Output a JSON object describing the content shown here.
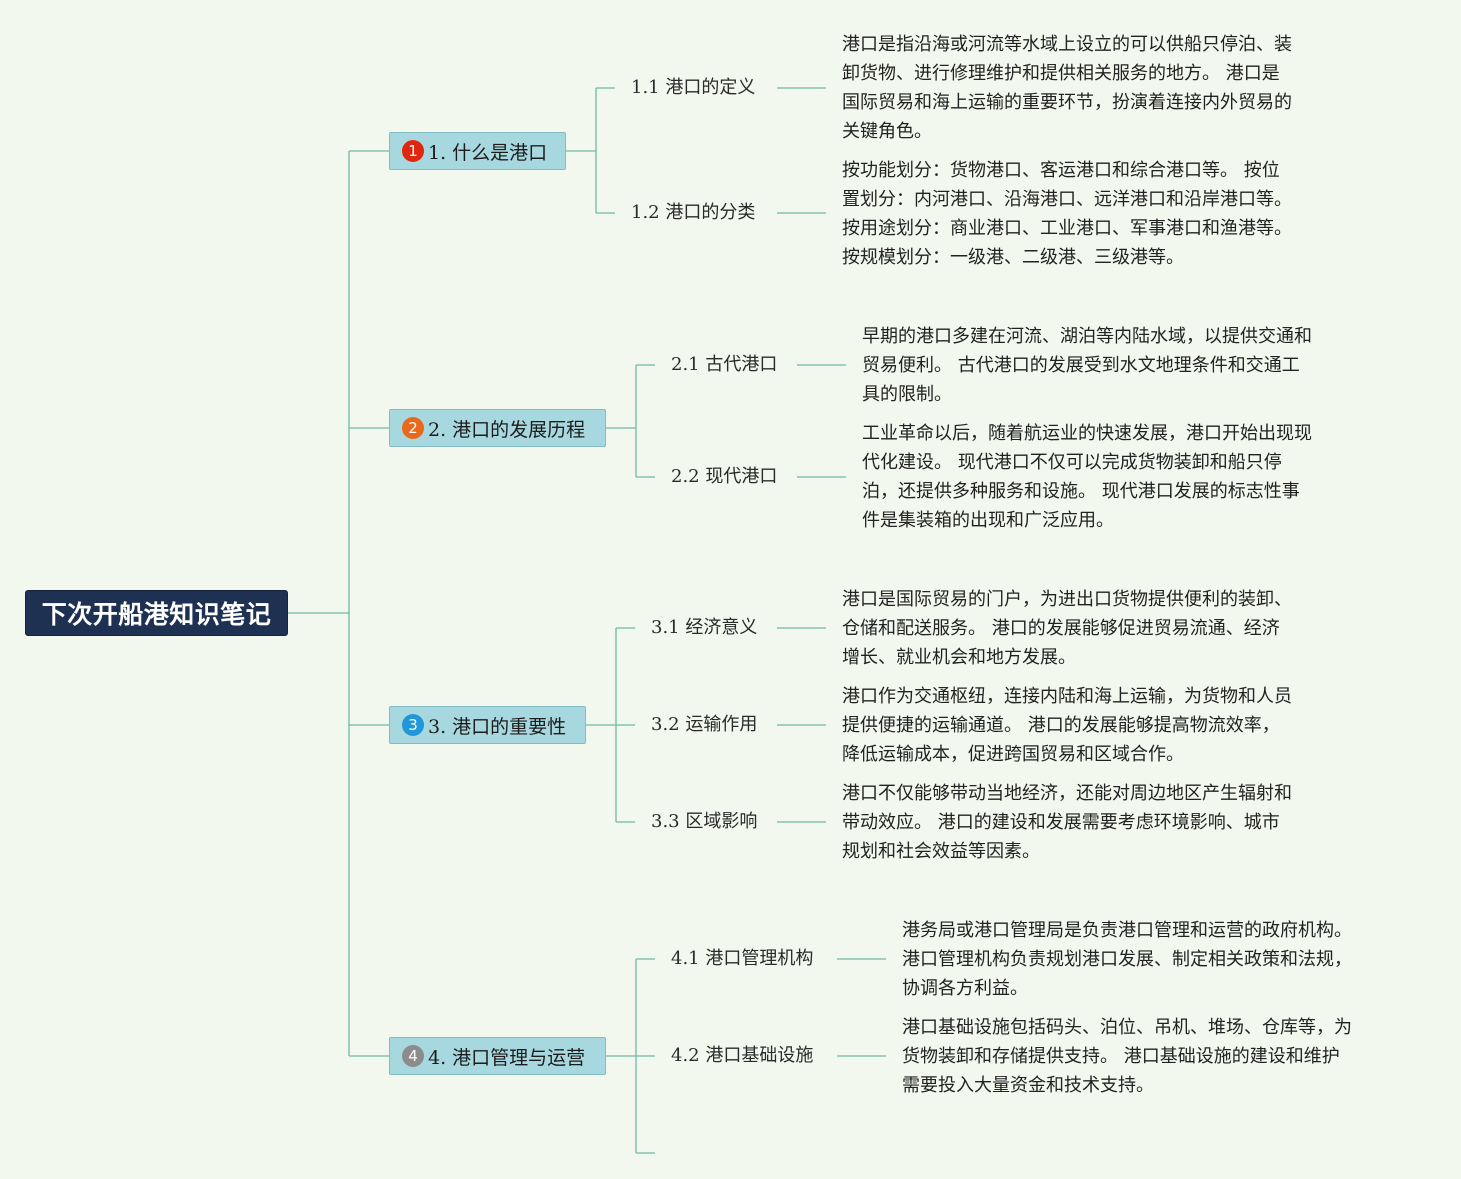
{
  "root": {
    "title": "下次开船港知识笔记"
  },
  "colors": {
    "background": "#f3f8ee",
    "root_fill": "#1f3152",
    "section_fill": "#a8d8df",
    "line": "#6fb8a3"
  },
  "sections": [
    {
      "number": "1",
      "badge_color": "#e0260f",
      "label": "1. 什么是港口",
      "children": [
        {
          "label": "1.1 港口的定义",
          "note": [
            "港口是指沿海或河流等水域上设立的可以供船只停泊、装",
            "卸货物、进行修理维护和提供相关服务的地方。 港口是",
            "国际贸易和海上运输的重要环节，扮演着连接内外贸易的",
            "关键角色。"
          ]
        },
        {
          "label": "1.2 港口的分类",
          "note": [
            "按功能划分：货物港口、客运港口和综合港口等。 按位",
            "置划分：内河港口、沿海港口、远洋港口和沿岸港口等。",
            "按用途划分：商业港口、工业港口、军事港口和渔港等。",
            "按规模划分：一级港、二级港、三级港等。"
          ]
        }
      ]
    },
    {
      "number": "2",
      "badge_color": "#e8681c",
      "label": "2. 港口的发展历程",
      "children": [
        {
          "label": "2.1 古代港口",
          "note": [
            "早期的港口多建在河流、湖泊等内陆水域，以提供交通和",
            "贸易便利。 古代港口的发展受到水文地理条件和交通工",
            "具的限制。"
          ]
        },
        {
          "label": "2.2 现代港口",
          "note": [
            "工业革命以后，随着航运业的快速发展，港口开始出现现",
            "代化建设。 现代港口不仅可以完成货物装卸和船只停",
            "泊，还提供多种服务和设施。 现代港口发展的标志性事",
            "件是集装箱的出现和广泛应用。"
          ]
        }
      ]
    },
    {
      "number": "3",
      "badge_color": "#2197d9",
      "label": "3. 港口的重要性",
      "children": [
        {
          "label": "3.1 经济意义",
          "note": [
            "港口是国际贸易的门户，为进出口货物提供便利的装卸、",
            "仓储和配送服务。 港口的发展能够促进贸易流通、经济",
            "增长、就业机会和地方发展。"
          ]
        },
        {
          "label": "3.2 运输作用",
          "note": [
            "港口作为交通枢纽，连接内陆和海上运输，为货物和人员",
            "提供便捷的运输通道。 港口的发展能够提高物流效率，",
            "降低运输成本，促进跨国贸易和区域合作。"
          ]
        },
        {
          "label": "3.3 区域影响",
          "note": [
            "港口不仅能够带动当地经济，还能对周边地区产生辐射和",
            "带动效应。 港口的建设和发展需要考虑环境影响、城市",
            "规划和社会效益等因素。"
          ]
        }
      ]
    },
    {
      "number": "4",
      "badge_color": "#8c8c8c",
      "label": "4. 港口管理与运营",
      "children": [
        {
          "label": "4.1 港口管理机构",
          "note": [
            "港务局或港口管理局是负责港口管理和运营的政府机构。",
            "港口管理机构负责规划港口发展、制定相关政策和法规，",
            "协调各方利益。"
          ]
        },
        {
          "label": "4.2 港口基础设施",
          "note": [
            "港口基础设施包括码头、泊位、吊机、堆场、仓库等，为",
            "货物装卸和存储提供支持。 港口基础设施的建设和维护",
            "需要投入大量资金和技术支持。"
          ]
        }
      ]
    }
  ]
}
